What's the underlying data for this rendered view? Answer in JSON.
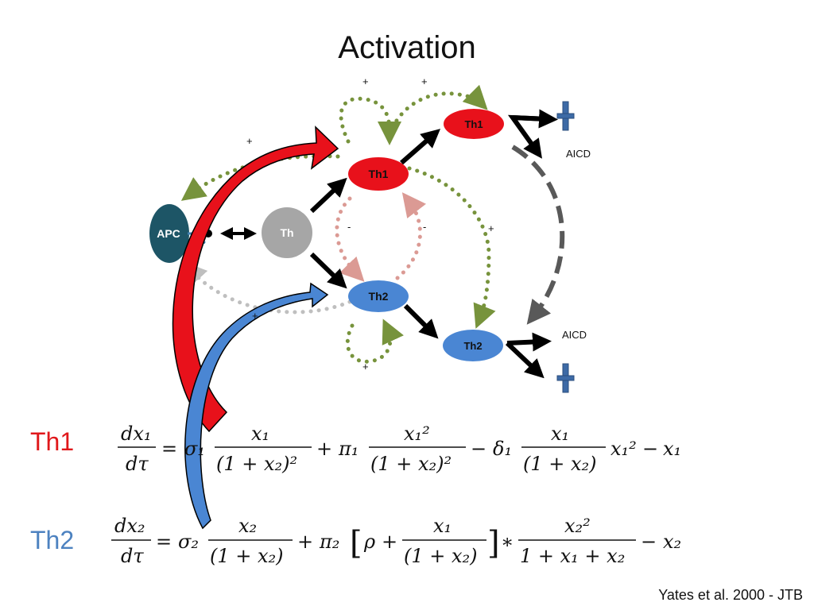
{
  "title": "Activation",
  "citation": "Yates et al. 2000 - JTB",
  "colors": {
    "th1_red": "#e8111b",
    "th2_blue": "#4a86d3",
    "apc_teal": "#1d5566",
    "th_gray": "#a6a6a6",
    "activation_green": "#77933c",
    "inhibition_pink": "#db9a94",
    "arrow_dark": "#000000",
    "dashed_gray": "#595959",
    "block_blue": "#3d6aa6"
  },
  "nodes": {
    "apc": "APC",
    "th": "Th",
    "th1_a": "Th1",
    "th1_b": "Th1",
    "th2_a": "Th2",
    "th2_b": "Th2"
  },
  "labels": {
    "aicd_top": "AICD",
    "aicd_bottom": "AICD",
    "plus_1": "+",
    "plus_2": "+",
    "plus_3": "+",
    "plus_4": "+",
    "plus_5": "+",
    "plus_6": "+",
    "minus_1": "-",
    "minus_2": "-"
  },
  "equations": {
    "th1_label": "Th1",
    "th2_label": "Th2",
    "eq1": {
      "lhs_num": "dx₁",
      "lhs_den": "dτ",
      "eq": "=",
      "sigma": "σ₁",
      "t1_num": "x₁",
      "t1_den": "(1 + x₂)²",
      "plus1": "+",
      "pi": "π₁",
      "t2_num": "x₁²",
      "t2_den": "(1 + x₂)²",
      "minus1": "−",
      "delta": "δ₁",
      "t3_num": "x₁",
      "t3_den": "(1 + x₂)",
      "t3_tail": "x₁²",
      "minus2": "−",
      "last": "x₁"
    },
    "eq2": {
      "lhs_num": "dx₂",
      "lhs_den": "dτ",
      "eq": "=",
      "sigma": "σ₂",
      "t1_num": "x₂",
      "t1_den": "(1 + x₂)",
      "plus1": "+",
      "pi": "π₂",
      "bracket_open": "[",
      "rho": "ρ",
      "plus2": "+",
      "t2_num": "x₁",
      "t2_den": "(1 + x₂)",
      "bracket_close": "]",
      "star": "∗",
      "t3_num": "x₂²",
      "t3_den": "1 + x₁ + x₂",
      "minus": "−",
      "last": "x₂"
    }
  }
}
